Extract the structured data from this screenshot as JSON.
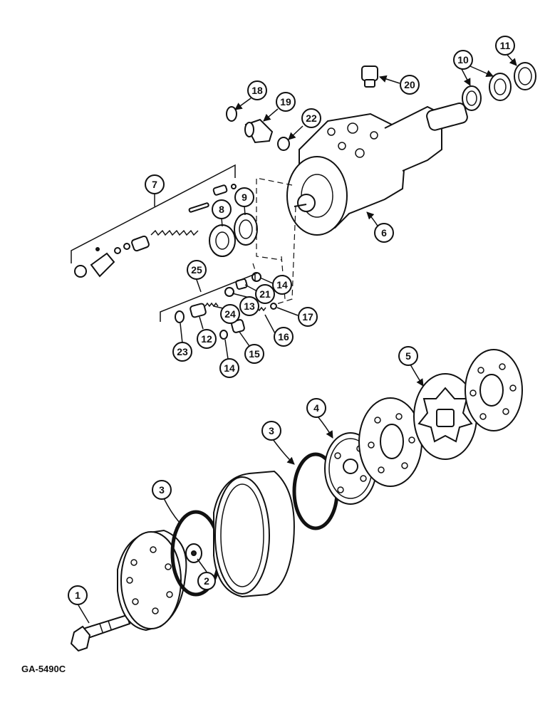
{
  "figure_code": "GA-5490C",
  "callouts": [
    "1",
    "2",
    "3",
    "4",
    "5",
    "6",
    "7",
    "8",
    "9",
    "10",
    "11",
    "12",
    "13",
    "14",
    "15",
    "16",
    "17",
    "18",
    "19",
    "20",
    "21",
    "22",
    "23",
    "24",
    "25"
  ]
}
